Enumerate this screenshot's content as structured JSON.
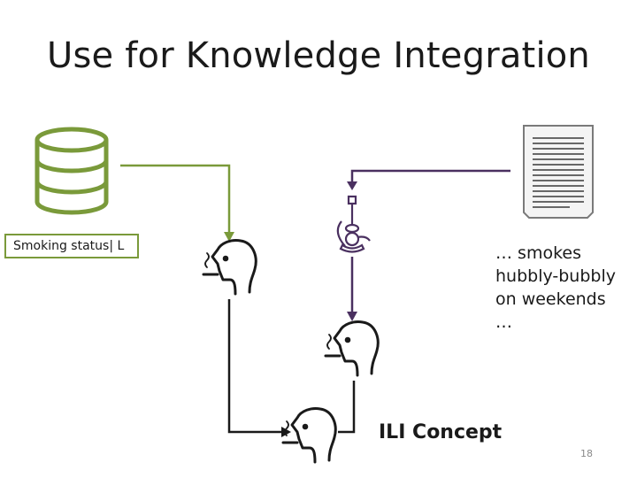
{
  "slide": {
    "title": "Use for Knowledge Integration",
    "page_number": "18"
  },
  "structured_source": {
    "label": "Smoking status| L",
    "icon": "database-icon"
  },
  "text_source": {
    "icon": "document-icon",
    "note": "… smokes\nhubbly-bubbly\non weekends\n…"
  },
  "concept": {
    "label": "ILI Concept",
    "icon": "smoker-head-icon"
  },
  "icons": {
    "intermediate_concept": "hookah-icon"
  },
  "colors": {
    "structured_path": "#7a9a3a",
    "text_path": "#4a3060",
    "concept_path": "#1a1a1a"
  }
}
